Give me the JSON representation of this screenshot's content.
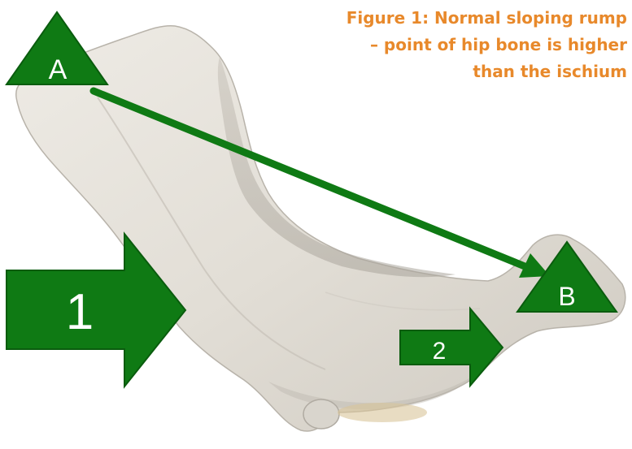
{
  "caption": {
    "lines": [
      "Figure 1: Normal sloping rump",
      "– point of hip bone is higher",
      "than the ischium"
    ]
  },
  "markers": {
    "point_a": "A",
    "point_b": "B",
    "arrow_1": "1",
    "arrow_2": "2"
  },
  "colors": {
    "caption": "#e8892b",
    "marker_fill": "#0f7a14",
    "marker_stroke": "#0a5c0e",
    "marker_text": "#ffffff",
    "bone": "#e4e1da",
    "bone_shadow": "#b9b5ad"
  }
}
